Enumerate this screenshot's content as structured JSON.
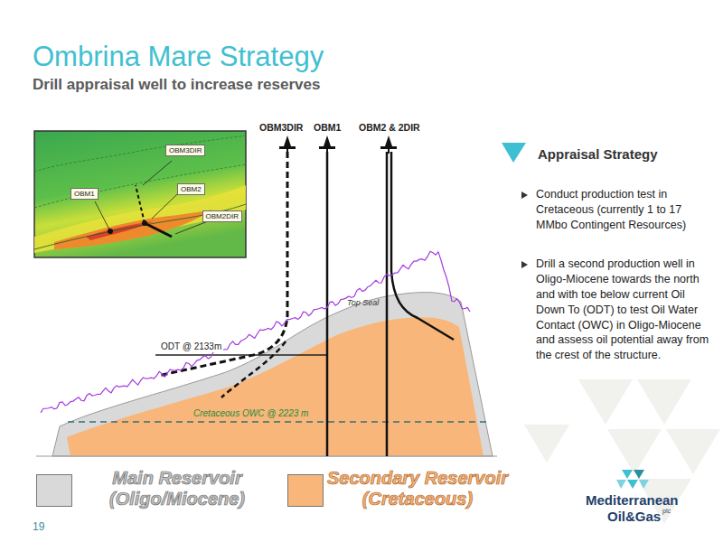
{
  "diagram": {
    "title": "Ombrina Mare Strategy",
    "nodes": [
      {
        "text": [
          "OBM3DIR"
        ]
      },
      {
        "text": [
          "OBM1"
        ]
      },
      {
        "text": [
          "OBM2"
        ]
      },
      {
        "text": [
          "OBM2DIR"
        ]
      }
    ],
    "labels": [
      "Drill appraisal well to increase reserves",
      "OBM3DIR",
      "OBM1",
      "OBM2 & 2DIR",
      "Top Seal",
      "ODT @ 2133m",
      "Cretaceous OWC @ 2223 m",
      "Appraisal Strategy",
      "Conduct production test in Cretaceous (currently 1 to 17 MMbo Contingent Resources)",
      "Drill a second production well in Oligo-Miocene towards the north and with toe below current Oil Down To (ODT) to test Oil Water Contact (OWC) in Oligo-Miocene and assess oil potential away from the crest of the structure.",
      "19",
      "Mediterranean",
      "Oil&Gas",
      "plc"
    ],
    "legend": [
      {
        "text": "Main Reservoir (Oligo/Miocene)",
        "color": "#d9d9d9"
      },
      {
        "text": "Secondary Reservoir (Cretaceous)",
        "color": "#f8b67a"
      }
    ]
  }
}
